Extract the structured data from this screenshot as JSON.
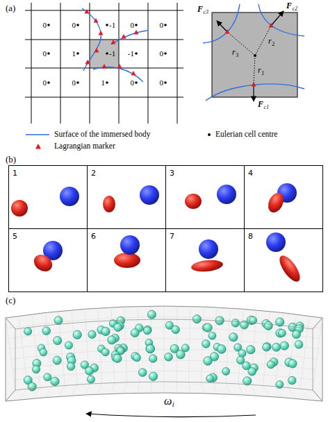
{
  "diagram": {
    "nodes": [
      {
        "text": [
          "1"
        ]
      },
      {
        "text": [
          "2"
        ]
      },
      {
        "text": [
          "3"
        ]
      },
      {
        "text": [
          "4"
        ]
      },
      {
        "text": [
          "5"
        ]
      },
      {
        "text": [
          "6"
        ]
      },
      {
        "text": [
          "7"
        ]
      },
      {
        "text": [
          "8"
        ]
      }
    ],
    "labels": [
      "(a)",
      "0",
      "0",
      "-1",
      "0",
      "0",
      "0",
      "1",
      "-1",
      "-1",
      "0",
      "0",
      "0",
      "1",
      "0",
      "0",
      "F",
      "c1",
      "F",
      "c2",
      "F",
      "c3",
      "r",
      "1",
      "r",
      "2",
      "r",
      "3",
      "(b)",
      "(c)",
      "ω",
      "i"
    ],
    "legend": [
      {
        "text": "Surface of the immersed body"
      },
      {
        "text": "Eulerian cell centre"
      },
      {
        "text": "Lagrangian marker"
      }
    ]
  }
}
